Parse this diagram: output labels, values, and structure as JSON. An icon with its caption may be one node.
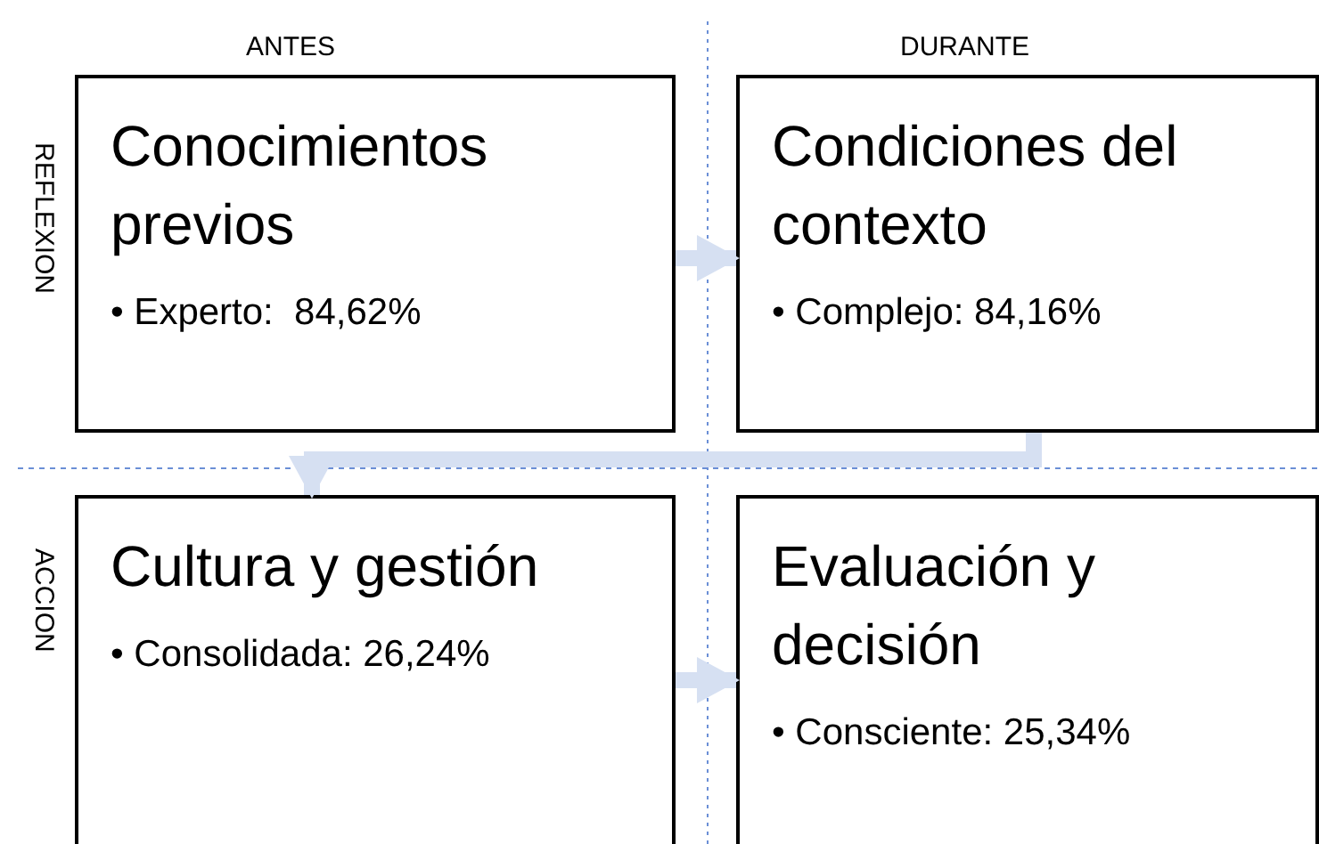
{
  "diagram": {
    "nodes": [
      {
        "text": [
          "Conocimientos previos",
          "• Experto:  84,62%"
        ]
      },
      {
        "text": [
          "Condiciones del contexto",
          "• Complejo: 84,16%"
        ]
      },
      {
        "text": [
          "Cultura y gestión",
          "• Consolidada: 26,24%"
        ]
      },
      {
        "text": [
          "Evaluación y decisión",
          "• Consciente: 25,34%"
        ]
      }
    ],
    "edges": [
      {
        "from": 0,
        "to": 1,
        "arrow": "to"
      },
      {
        "from": 1,
        "to": 2,
        "arrow": "to"
      },
      {
        "from": 2,
        "to": 3,
        "arrow": "to"
      }
    ],
    "labels": [
      "ANTES",
      "DURANTE",
      "REFLEXION",
      "ACCION"
    ]
  }
}
